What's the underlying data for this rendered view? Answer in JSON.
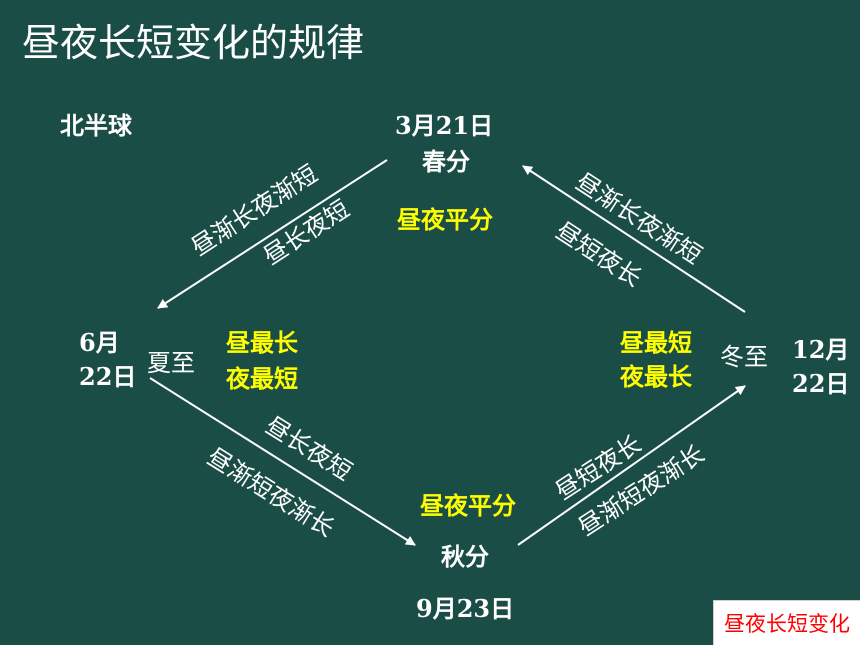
{
  "title": "昼夜长短变化的规律",
  "hemisphere": "北半球",
  "top": {
    "date": "3月21日",
    "term": "春分",
    "condition": "昼夜平分"
  },
  "left": {
    "date_month": "6月",
    "date_day": "22日",
    "term": "夏至",
    "condition_line1": "昼最长",
    "condition_line2": "夜最短"
  },
  "right": {
    "date_month": "12月",
    "date_day": "22日",
    "term": "冬至",
    "condition_line1": "昼最短",
    "condition_line2": "夜最长"
  },
  "bottom": {
    "date": "9月23日",
    "term": "秋分",
    "condition": "昼夜平分"
  },
  "edges": {
    "top_left": {
      "outer": "昼渐长夜渐短",
      "inner": "昼长夜短"
    },
    "top_right": {
      "outer": "昼渐长夜渐短",
      "inner": "昼短夜长"
    },
    "bottom_left": {
      "inner": "昼长夜短",
      "outer": "昼渐短夜渐长"
    },
    "bottom_right": {
      "inner": "昼短夜长",
      "outer": "昼渐短夜渐长"
    }
  },
  "link_label": "昼夜长短变化",
  "colors": {
    "background": "#1a4d46",
    "text": "#ffffff",
    "highlight": "#ffff00",
    "link_text": "#ff0000",
    "link_bg": "#ffffff"
  }
}
